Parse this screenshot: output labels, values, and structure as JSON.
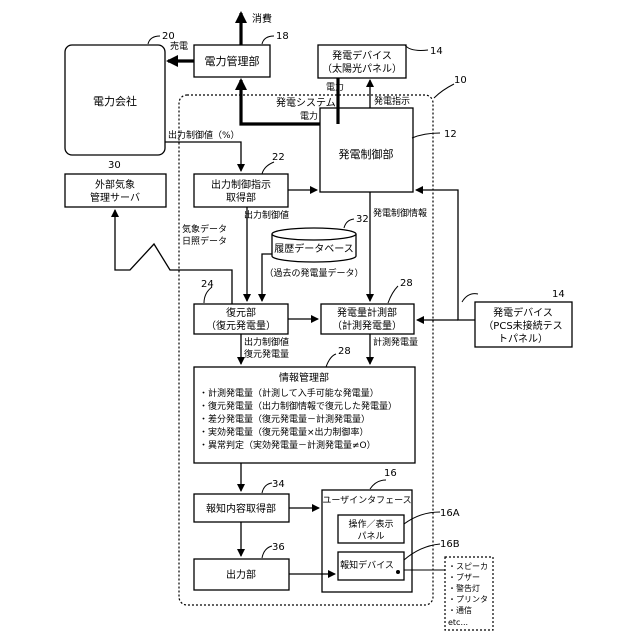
{
  "nodes": {
    "power_company": "電力会社",
    "power_management": "電力管理部",
    "pv_device_top": {
      "line1": "発電デバイス",
      "line2": "（太陽光パネル）"
    },
    "generation_system": "発電システム",
    "generation_control": "発電制御部",
    "weather_server": {
      "line1": "外部気象",
      "line2": "管理サーバ"
    },
    "output_instruction": {
      "line1": "出力制御指示",
      "line2": "取得部"
    },
    "history_db": "履歴データベース",
    "history_db_note": "（過去の発電量データ）",
    "restoration": {
      "line1": "復元部",
      "line2": "（復元発電量）"
    },
    "measurement": {
      "line1": "発電量計測部",
      "line2": "（計測発電量）"
    },
    "pv_device_right": {
      "line1": "発電デバイス",
      "line2": "（PCS未接続テス",
      "line3": "トパネル）"
    },
    "info_management": {
      "title": "情報管理部",
      "items": [
        "・計測発電量（計測して入手可能な発電量）",
        "・復元発電量（出力制御情報で復元した発電量）",
        "・差分発電量（復元発電量－計測発電量）",
        "・実効発電量（復元発電量×出力制御率）",
        "・異常判定（実効発電量－計測発電量≠O）"
      ]
    },
    "notification_acquisition": "報知内容取得部",
    "user_interface": "ユーザインタフェース",
    "operation_panel": {
      "line1": "操作／表示",
      "line2": "パネル"
    },
    "notification_device": "報知デバイス",
    "output": "出力部",
    "device_list": [
      "・スピーカ",
      "・ブザー",
      "・警告灯",
      "・プリンタ",
      "・通信",
      "etc..."
    ]
  },
  "refs": {
    "r10": "10",
    "r12": "12",
    "r14a": "14",
    "r14b": "14",
    "r16": "16",
    "r16a": "16A",
    "r16b": "16B",
    "r18": "18",
    "r20": "20",
    "r22": "22",
    "r24": "24",
    "r28a": "28",
    "r28b": "28",
    "r30": "30",
    "r32": "32",
    "r34": "34",
    "r36": "36"
  },
  "edges": {
    "consumption": "消費",
    "sell_power": "売電",
    "power_left": "電力",
    "power_mid": "電力",
    "generation_instruction": "発電指示",
    "output_control_value_pct": "出力制御値（%）",
    "output_control_value": "出力制御値",
    "generation_control_info": "発電制御情報",
    "weather_data": "気象データ",
    "sunshine_data": "日照データ",
    "output_control_value2": "出力制御値",
    "restored_generation": "復元発電量",
    "measured_generation": "計測発電量"
  }
}
